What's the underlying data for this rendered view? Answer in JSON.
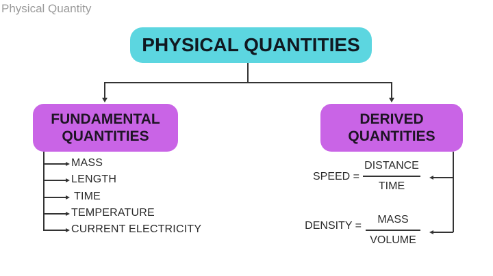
{
  "caption": "Physical Quantity",
  "root": {
    "label": "PHYSICAL QUANTITIES",
    "color": "#5cd6e0"
  },
  "fundamental": {
    "line1": "FUNDAMENTAL",
    "line2": "QUANTITIES",
    "color": "#c964e6",
    "items": [
      "MASS",
      "LENGTH",
      "TIME",
      "TEMPERATURE",
      "CURRENT ELECTRICITY"
    ]
  },
  "derived": {
    "line1": "DERIVED",
    "line2": "QUANTITIES",
    "color": "#c964e6",
    "formulas": [
      {
        "label": "SPEED =",
        "numerator": "DISTANCE",
        "denominator": "TIME"
      },
      {
        "label": "DENSITY =",
        "numerator": "MASS",
        "denominator": "VOLUME"
      }
    ]
  }
}
